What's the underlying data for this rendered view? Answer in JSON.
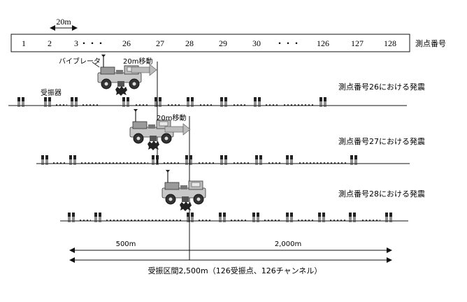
{
  "scale_label": "20m",
  "station_numbers": [
    "1",
    "2",
    "3",
    "・・・",
    "26",
    "27",
    "28",
    "29",
    "30",
    "・・・",
    "126",
    "127",
    "128"
  ],
  "station_header_label": "測点番号",
  "vibrator_label": "バイブレータ",
  "receiver_label": "受振器",
  "move_label": "20m移動",
  "rows": [
    {
      "label": "測点番号26における発震"
    },
    {
      "label": "測点番号27における発震"
    },
    {
      "label": "測点番号28における発震"
    }
  ],
  "distance_left": "500m",
  "distance_right": "2,000m",
  "total_label": "受振区間2,500m（126受振点、126チャンネル）"
}
